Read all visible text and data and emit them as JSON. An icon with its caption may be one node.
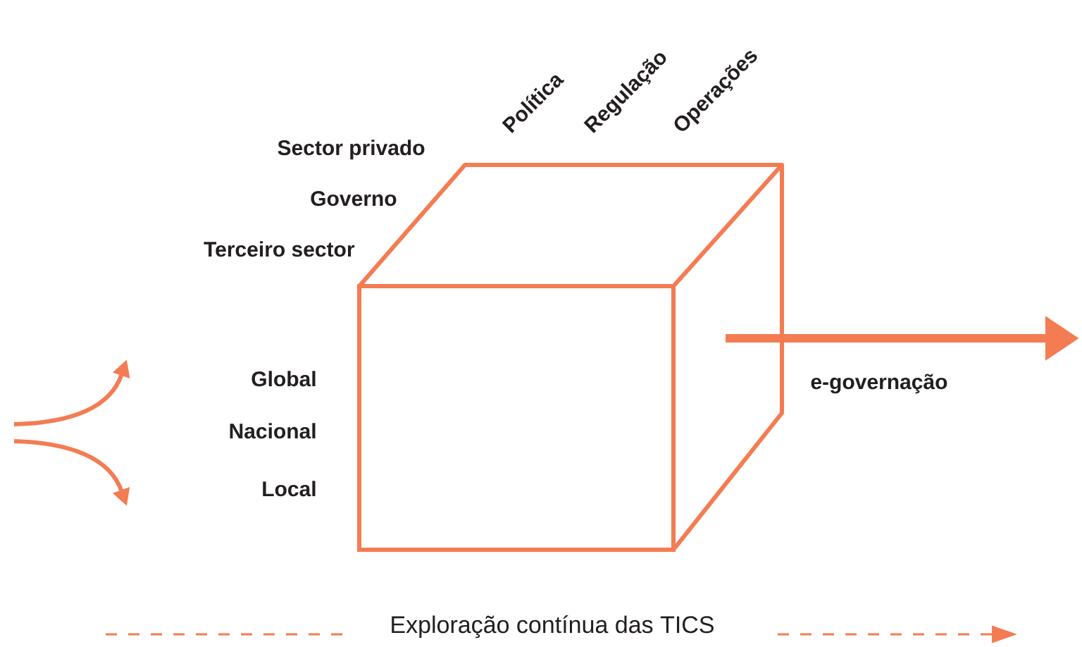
{
  "diagram": {
    "nodes": [
      {
        "text": [],
        "shape": "box"
      }
    ],
    "labels": [
      "Política",
      "Regulação",
      "Operações",
      "Sector privado",
      "Governo",
      "Terceiro sector",
      "Global",
      "Nacional",
      "Local",
      "e-governação",
      "Exploração contínua das TICS"
    ]
  }
}
